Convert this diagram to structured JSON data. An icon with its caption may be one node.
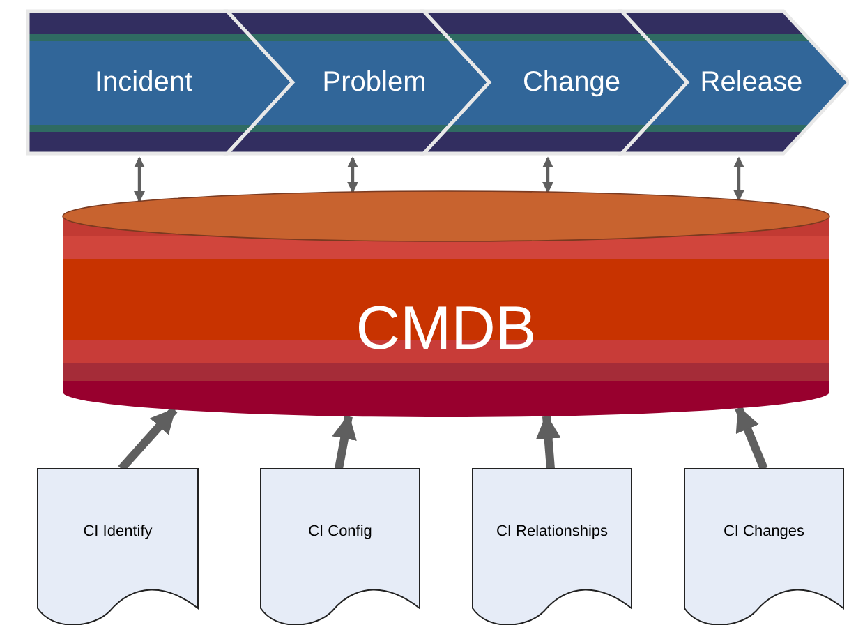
{
  "diagram": {
    "nodes": [
      {
        "text": [
          "Incident"
        ]
      },
      {
        "text": [
          "Problem"
        ]
      },
      {
        "text": [
          "Change"
        ]
      },
      {
        "text": [
          "Release"
        ]
      },
      {
        "text": [
          "CMDB"
        ]
      },
      {
        "text": [
          "CI Identify"
        ]
      },
      {
        "text": [
          "CI Config"
        ]
      },
      {
        "text": [
          "CI Relationships"
        ]
      },
      {
        "text": [
          "CI Changes"
        ]
      }
    ],
    "edges": [
      {
        "from": 0,
        "to": 4,
        "arrow": "both"
      },
      {
        "from": 1,
        "to": 4,
        "arrow": "both"
      },
      {
        "from": 2,
        "to": 4,
        "arrow": "both"
      },
      {
        "from": 3,
        "to": 4,
        "arrow": "both"
      },
      {
        "from": 5,
        "to": 4,
        "arrow": "to",
        "style": "thick"
      },
      {
        "from": 6,
        "to": 4,
        "arrow": "to",
        "style": "thick"
      },
      {
        "from": 7,
        "to": 4,
        "arrow": "to",
        "style": "thick"
      },
      {
        "from": 8,
        "to": 4,
        "arrow": "to",
        "style": "thick"
      }
    ]
  }
}
